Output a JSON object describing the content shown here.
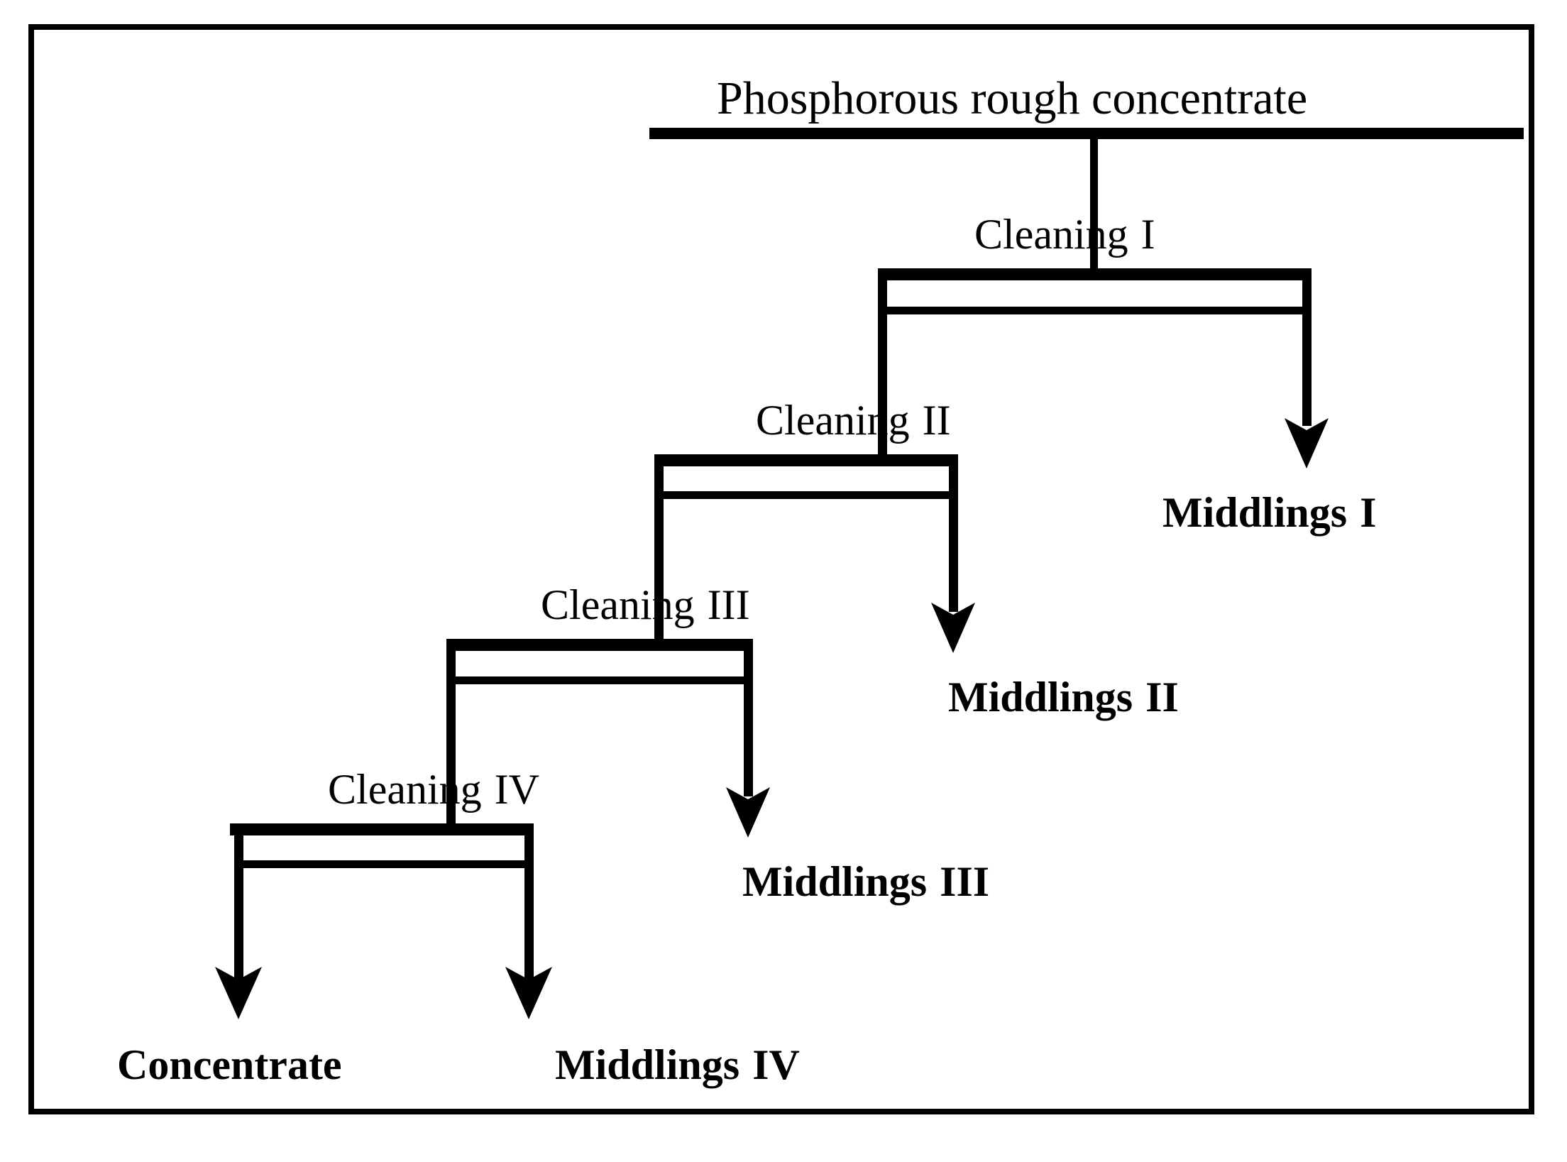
{
  "figure": {
    "title": "Phosphorous rough concentrate",
    "border_color": "#000000",
    "background_color": "#ffffff",
    "line_color": "#000000"
  },
  "stages": [
    {
      "id": "cleaning-1",
      "label": "Cleaning",
      "roman": "I"
    },
    {
      "id": "cleaning-2",
      "label": "Cleaning",
      "roman": "II"
    },
    {
      "id": "cleaning-3",
      "label": "Cleaning",
      "roman": "III"
    },
    {
      "id": "cleaning-4",
      "label": "Cleaning",
      "roman": "IV"
    }
  ],
  "outputs": [
    {
      "id": "middlings-1",
      "label": "Middlings",
      "roman": "I"
    },
    {
      "id": "middlings-2",
      "label": "Middlings",
      "roman": "II"
    },
    {
      "id": "middlings-3",
      "label": "Middlings",
      "roman": "III"
    },
    {
      "id": "middlings-4",
      "label": "Middlings",
      "roman": "IV"
    },
    {
      "id": "concentrate",
      "label": "Concentrate",
      "roman": ""
    }
  ],
  "chart_data": {
    "type": "diagram",
    "title": "Phosphorous rough concentrate",
    "diagram_kind": "mineral-processing-flowsheet",
    "feed": "Phosphorous rough concentrate",
    "nodes": [
      {
        "name": "Cleaning  I",
        "type": "flotation-cleaning-stage",
        "stage": 1
      },
      {
        "name": "Cleaning  II",
        "type": "flotation-cleaning-stage",
        "stage": 2
      },
      {
        "name": "Cleaning III",
        "type": "flotation-cleaning-stage",
        "stage": 3
      },
      {
        "name": "Cleaning  IV",
        "type": "flotation-cleaning-stage",
        "stage": 4
      },
      {
        "name": "Middlings  I",
        "type": "product-tailing"
      },
      {
        "name": "Middlings  II",
        "type": "product-tailing"
      },
      {
        "name": "Middlings  III",
        "type": "product-tailing"
      },
      {
        "name": "Middlings  IV",
        "type": "product-tailing"
      },
      {
        "name": "Concentrate",
        "type": "final-product"
      }
    ],
    "edges": [
      {
        "from": "Phosphorous rough concentrate",
        "to": "Cleaning  I",
        "kind": "feed"
      },
      {
        "from": "Cleaning  I",
        "to": "Middlings  I",
        "kind": "tailing"
      },
      {
        "from": "Cleaning  I",
        "to": "Cleaning  II",
        "kind": "froth"
      },
      {
        "from": "Cleaning  II",
        "to": "Middlings  II",
        "kind": "tailing"
      },
      {
        "from": "Cleaning  II",
        "to": "Cleaning III",
        "kind": "froth"
      },
      {
        "from": "Cleaning III",
        "to": "Middlings  III",
        "kind": "tailing"
      },
      {
        "from": "Cleaning III",
        "to": "Cleaning  IV",
        "kind": "froth"
      },
      {
        "from": "Cleaning  IV",
        "to": "Middlings  IV",
        "kind": "tailing"
      },
      {
        "from": "Cleaning  IV",
        "to": "Concentrate",
        "kind": "froth"
      }
    ]
  }
}
